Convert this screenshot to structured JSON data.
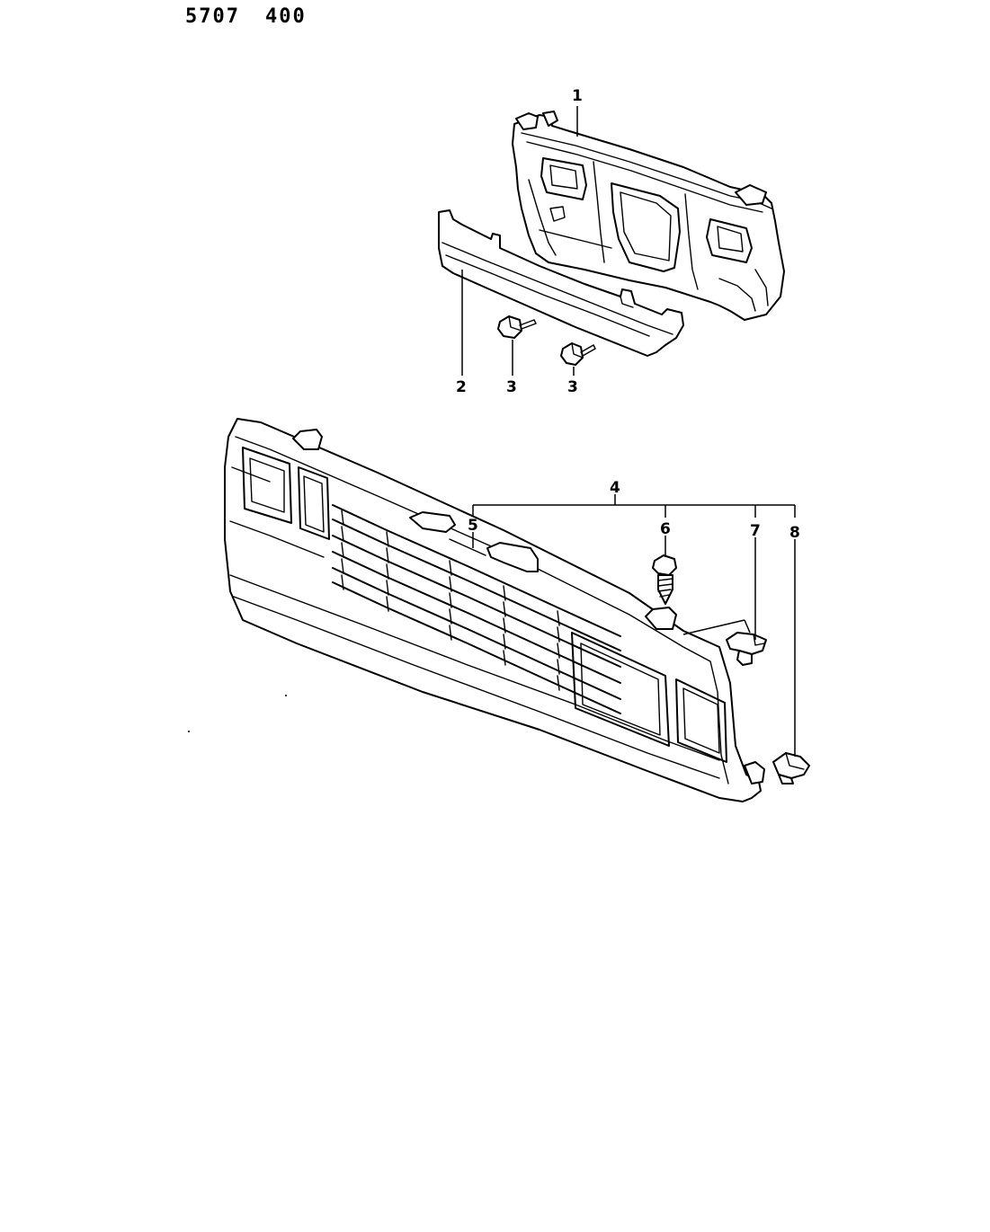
{
  "header": {
    "code_left": "5707",
    "code_right": "400"
  },
  "callouts": {
    "c1": "1",
    "c2": "2",
    "c3a": "3",
    "c3b": "3",
    "c4": "4",
    "c5": "5",
    "c6": "6",
    "c7": "7",
    "c8": "8"
  },
  "parts": [
    {
      "number": "1",
      "part": "radiator-support-panel"
    },
    {
      "number": "2",
      "part": "lower-crossmember"
    },
    {
      "number": "3",
      "part": "bolt"
    },
    {
      "number": "4",
      "part": "grille-assembly"
    },
    {
      "number": "5",
      "part": "grille-bracket"
    },
    {
      "number": "6",
      "part": "screw"
    },
    {
      "number": "7",
      "part": "clip"
    },
    {
      "number": "8",
      "part": "clip"
    }
  ]
}
